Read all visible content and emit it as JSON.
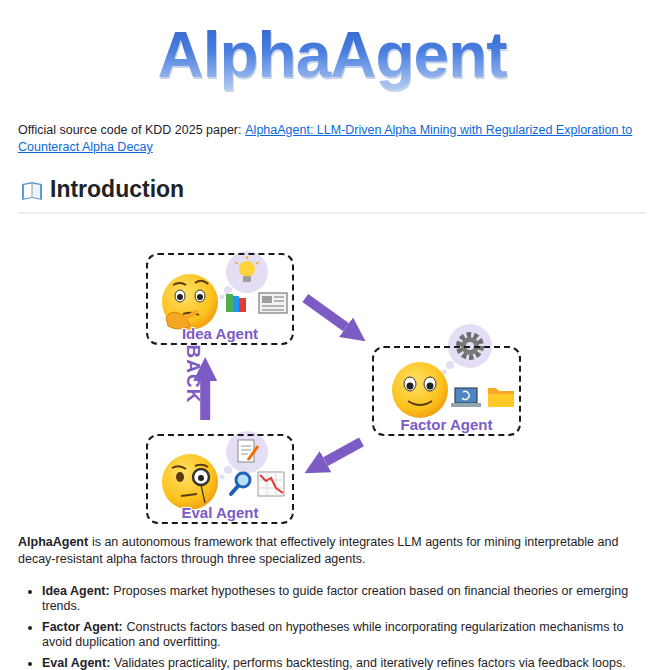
{
  "diagram": {
    "title": "AlphaAgent",
    "nodes": [
      {
        "text": [
          "Idea Agent"
        ]
      },
      {
        "text": [
          "Factor Agent"
        ]
      },
      {
        "text": [
          "Eval Agent"
        ]
      }
    ],
    "edges": [
      {
        "from": 0,
        "to": 1,
        "arrow": "to"
      },
      {
        "from": 1,
        "to": 2,
        "arrow": "to"
      },
      {
        "from": 2,
        "to": 0,
        "label": "BACK",
        "arrow": "to"
      }
    ],
    "labels": [
      "Official source code of KDD 2025 paper:",
      "AlphaAgent: LLM-Driven Alpha Mining with Regularized Exploration to Counteract Alpha Decay",
      "Introduction",
      "AlphaAgent",
      "is an autonomous framework that effectively integrates LLM agents for mining interpretable and decay-resistant alpha factors through three specialized agents.",
      "Idea Agent:",
      "Proposes market hypotheses to guide factor creation based on financial theories or emerging trends.",
      "Factor Agent:",
      "Constructs factors based on hypotheses while incorporating regularization mechanisms to avoid duplication and overfitting.",
      "Eval Agent:",
      "Validates practicality, performs backtesting, and iteratively refines factors via feedback loops."
    ]
  }
}
